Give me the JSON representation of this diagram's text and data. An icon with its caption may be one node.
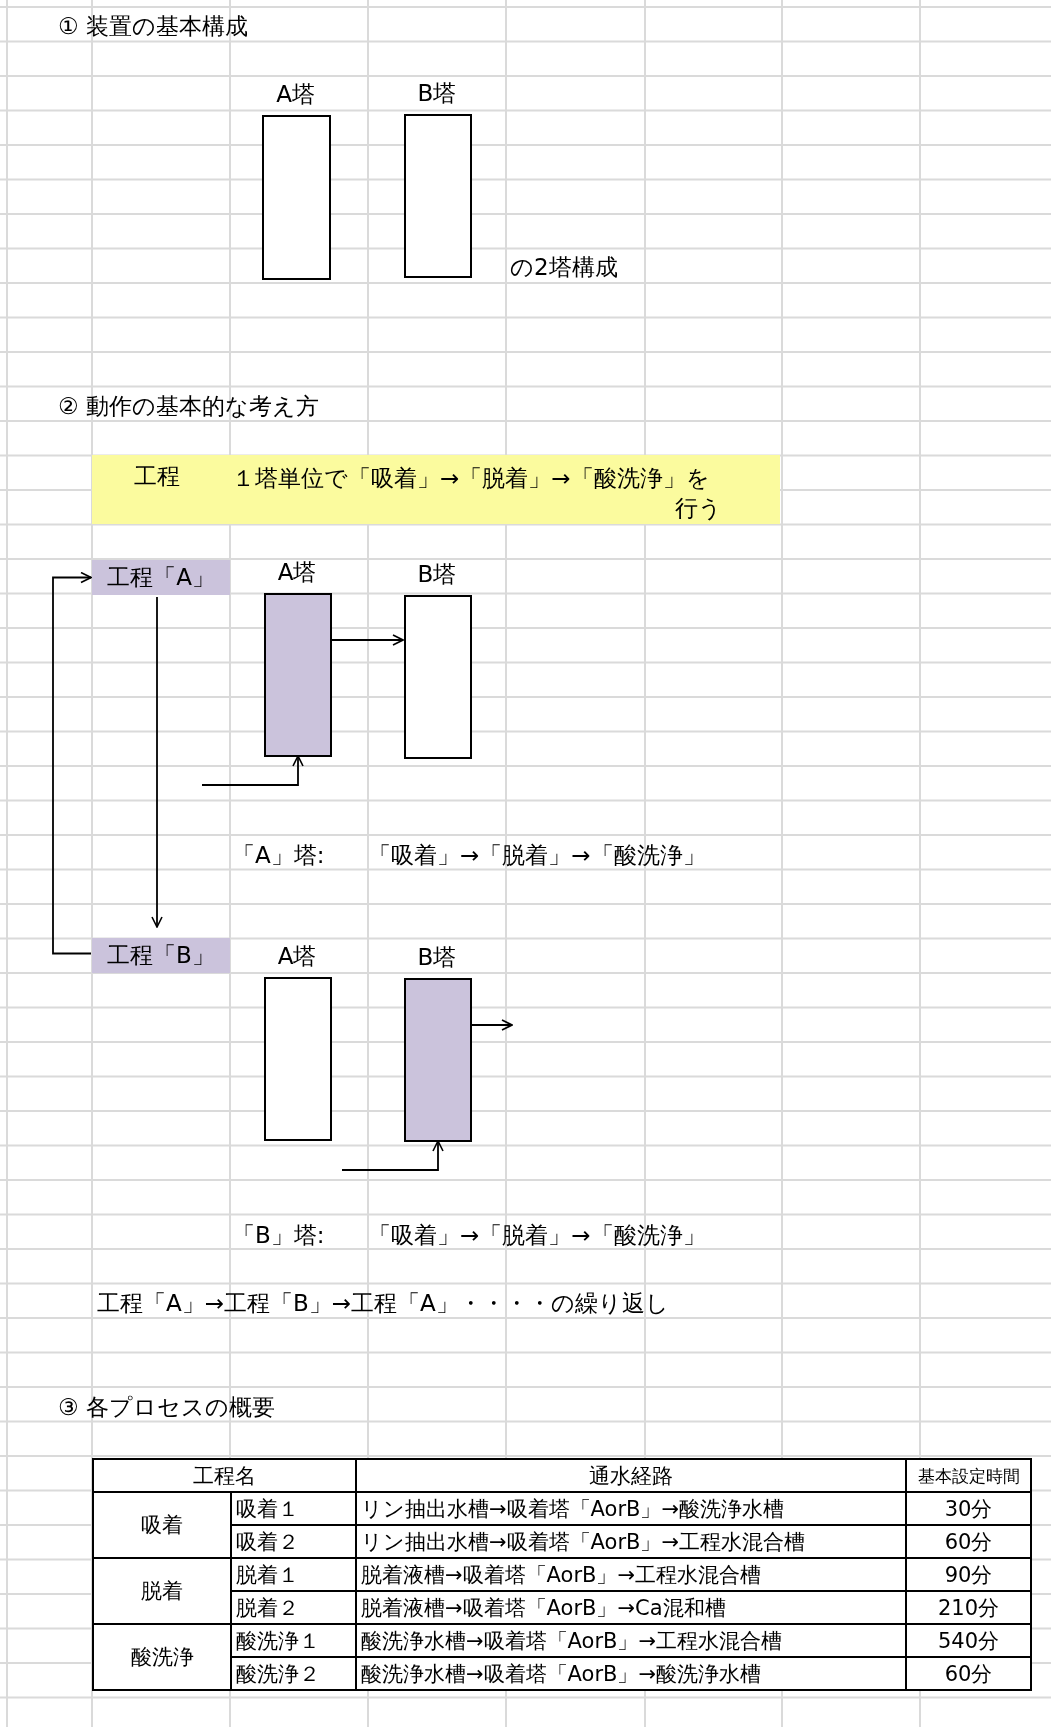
{
  "diagram": {
    "nodes": [
      {
        "text": [
          "A塔"
        ]
      },
      {
        "text": [
          "B塔"
        ]
      },
      {
        "text": [
          "工程",
          "１塔単位で「吸着」→「脱着」→「酸洗浄」を行う"
        ]
      },
      {
        "text": [
          "工程「A」"
        ]
      },
      {
        "text": [
          "A塔"
        ]
      },
      {
        "text": [
          "B塔"
        ]
      },
      {
        "text": [
          "工程「B」"
        ]
      },
      {
        "text": [
          "A塔"
        ]
      },
      {
        "text": [
          "B塔"
        ]
      }
    ],
    "edges": [
      {
        "from": 4,
        "to": 5,
        "arrow": "to"
      },
      {
        "from": null,
        "to": 4,
        "arrow": "to"
      },
      {
        "from": 3,
        "to": 6,
        "arrow": "to"
      },
      {
        "from": 6,
        "to": 3,
        "arrow": "to"
      },
      {
        "from": 8,
        "to": null,
        "arrow": "to"
      },
      {
        "from": null,
        "to": 8,
        "arrow": "to"
      }
    ],
    "labels": [
      "① 装置の基本構成",
      "の2塔構成",
      "② 動作の基本的な考え方",
      "「A」塔:",
      "「吸着」→「脱着」→「酸洗浄」",
      "「B」塔:",
      "「吸着」→「脱着」→「酸洗浄」",
      "工程「A」→工程「B」→工程「A」・・・・の繰り返し",
      "③ 各プロセスの概要",
      "工程名",
      "通水経路",
      "基本設定時間",
      "吸着",
      "吸着１",
      "リン抽出水槽→吸着塔「AorB」→酸洗浄水槽",
      "30分",
      "吸着２",
      "リン抽出水槽→吸着塔「AorB」→工程水混合槽",
      "60分",
      "脱着",
      "脱着１",
      "脱着液槽→吸着塔「AorB」→工程水混合槽",
      "90分",
      "脱着２",
      "脱着液槽→吸着塔「AorB」→Ca混和槽",
      "210分",
      "酸洗浄",
      "酸洗浄１",
      "酸洗浄水槽→吸着塔「AorB」→工程水混合槽",
      "540分",
      "酸洗浄２",
      "酸洗浄水槽→吸着塔「AorB」→酸洗浄水槽",
      "60分"
    ]
  }
}
